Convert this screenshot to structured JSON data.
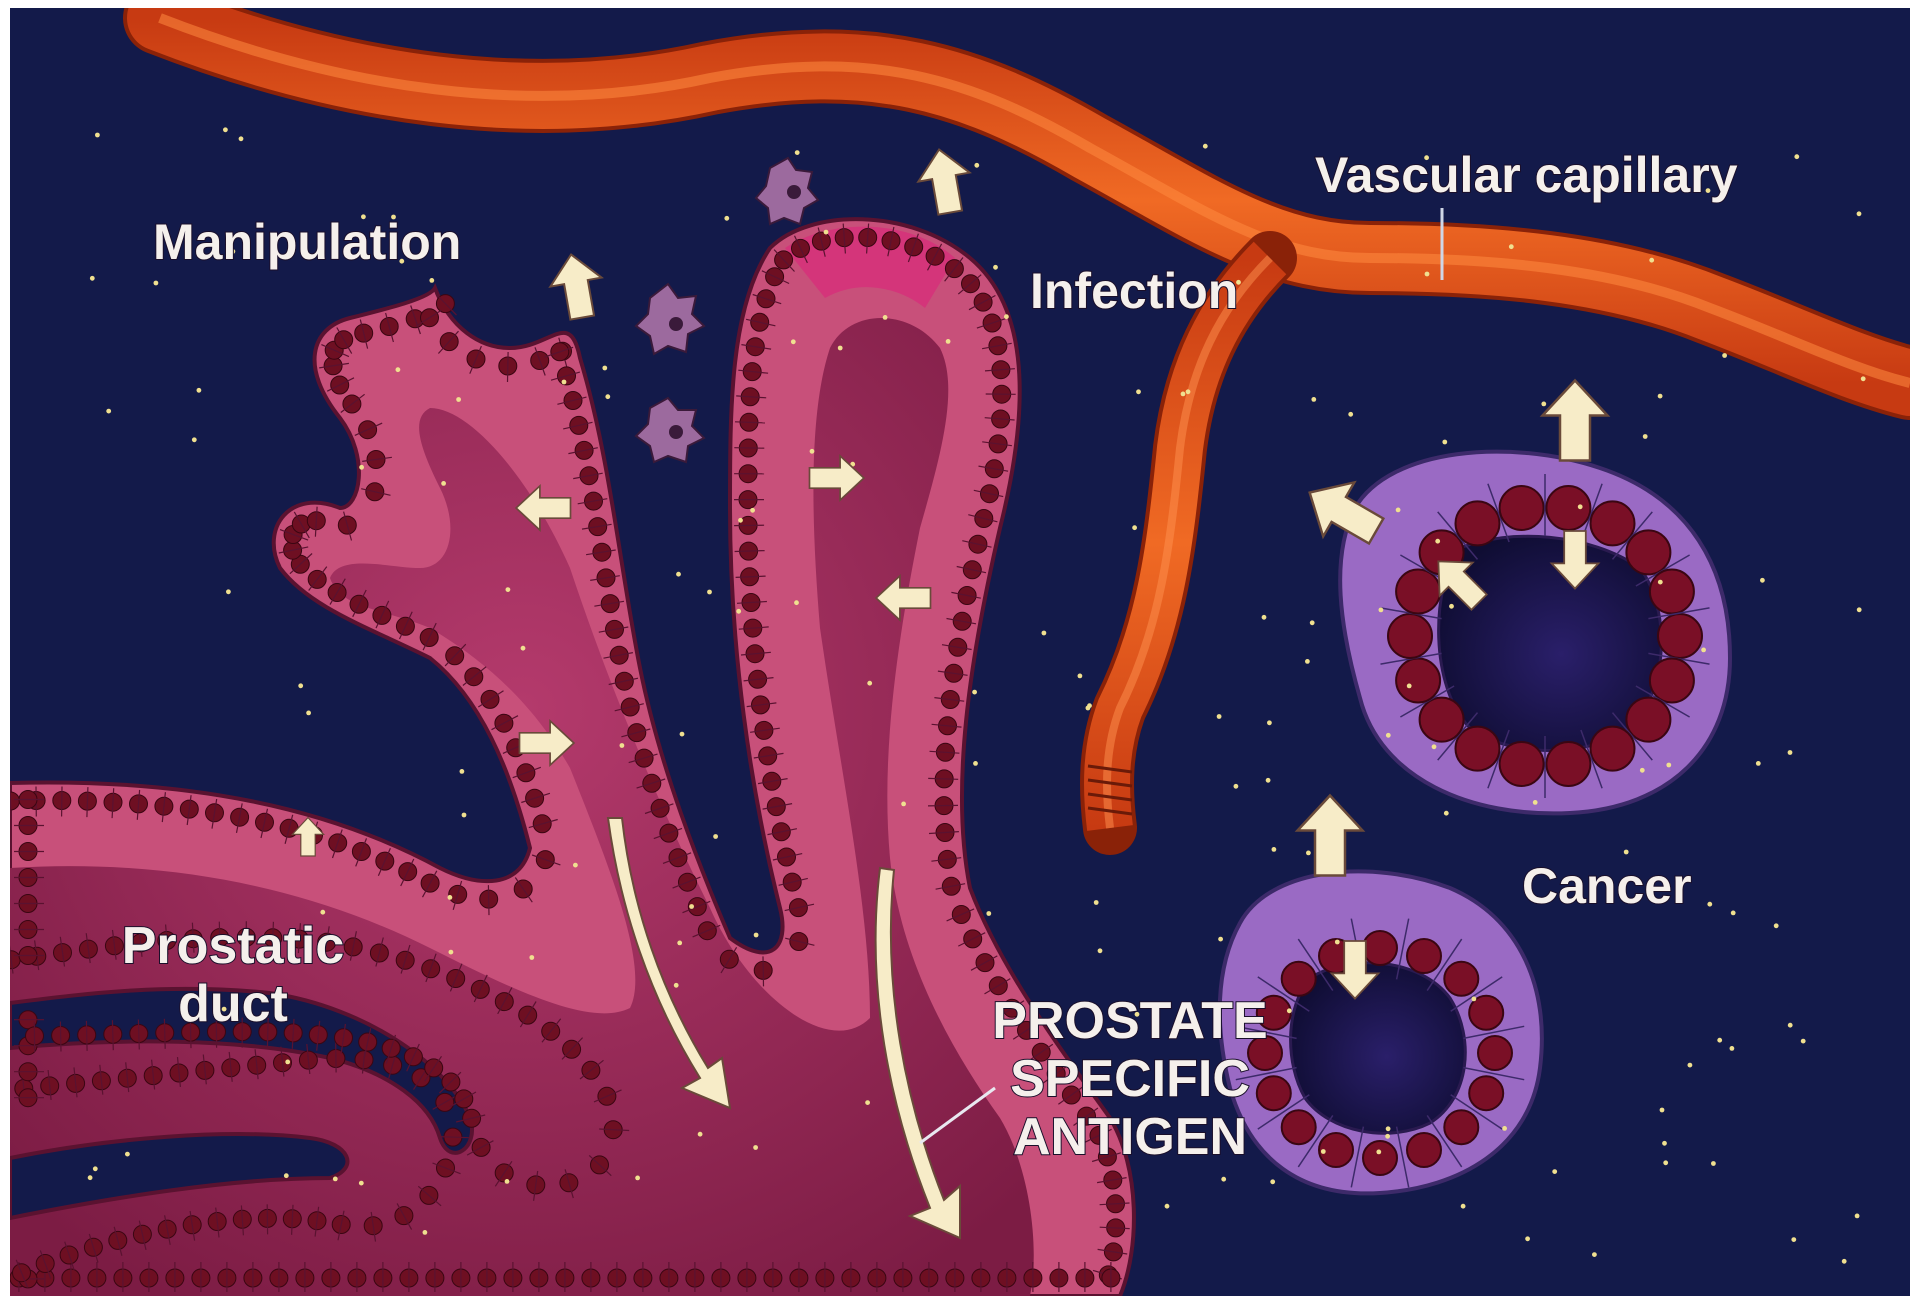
{
  "labels": {
    "manipulation": "Manipulation",
    "infection": "Infection",
    "vascular_capillary": "Vascular capillary",
    "cancer": "Cancer",
    "prostatic": "Prostatic",
    "duct": "duct",
    "psa_line1": "PROSTATE",
    "psa_line2": "SPECIFIC",
    "psa_line3": "ANTIGEN"
  },
  "colors": {
    "background": "#131a4a",
    "capillary": "#e0541a",
    "capillary_edge": "#a82a10",
    "epithelium": "#c8507a",
    "epithelium_dark": "#7a1e3e",
    "duct_lumen": "#9a2a55",
    "nucleus": "#6e0f22",
    "cancer_epithelium": "#9a6ac4",
    "cancer_lumen": "#14123e",
    "arrow": "#f7ecc8",
    "psa_dot": "#f0e090"
  },
  "icons": {
    "psa_arrow": "arrow-icon",
    "immune_cell": "immune-cell-icon"
  }
}
